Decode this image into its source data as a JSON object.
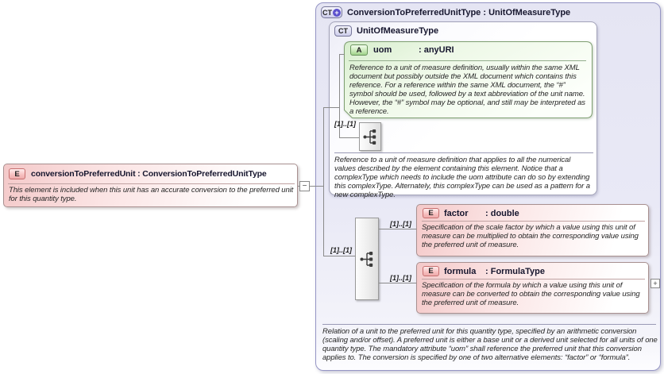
{
  "icons": {
    "collapse_glyph": "−",
    "expand_glyph": "+",
    "plus_badge_glyph": "+"
  },
  "colors": {
    "type_box_fill": "#e9e9f6",
    "type_box_border": "#9595c5",
    "element_box_fill": "#f4c9c9",
    "element_box_border": "#a89090",
    "attribute_box_fill": "#d9efd0",
    "attribute_box_border": "#7f9f72",
    "connector_line": "#8a8a8a"
  },
  "left_element": {
    "badge": "E",
    "title": "conversionToPreferredUnit : ConversionToPreferredUnitType",
    "doc": "This element is included when this unit has an accurate conversion to the preferred unit for this quantity type."
  },
  "root_type": {
    "badge": "CT",
    "title": "ConversionToPreferredUnitType : UnitOfMeasureType",
    "doc": "Relation of a unit to the preferred unit for this quantity type, specified by an arithmetic conversion (scaling and/or offset). A preferred unit is either a base unit or a derived unit selected for all units of one quantity type. The mandatory attribute “uom” shall reference the preferred unit that this conversion applies to. The conversion is specified by one of two alternative elements: “factor” or “formula”."
  },
  "base_type": {
    "badge": "CT",
    "title": "UnitOfMeasureType",
    "attribute": {
      "badge": "A",
      "name": "uom",
      "type": ": anyURI",
      "doc": "Reference to a unit of measure definition, usually within the same XML document but possibly outside the XML document which contains this reference. For a reference within the same XML document, the “#” symbol should be used, followed by a text abbreviation of the unit name. However, the “#” symbol may be optional, and still may be interpreted as a reference."
    },
    "sequence_cardinality": "[1]..[1]",
    "doc": "Reference to a unit of measure definition that applies to all the numerical values described by the element containing this element. Notice that a complexType which needs to include the uom attribute can do so by extending this complexType. Alternately, this complexType can be used as a pattern for a new complexType."
  },
  "extension": {
    "cardinality": "[1]..[1]",
    "factor": {
      "badge": "E",
      "name": "factor",
      "type": ": double",
      "cardinality": "[1]..[1]",
      "doc": "Specification of the scale factor by which a value using this unit of measure can be multiplied to obtain the corresponding value using the preferred unit of measure."
    },
    "formula": {
      "badge": "E",
      "name": "formula",
      "type": ": FormulaType",
      "cardinality": "[1]..[1]",
      "doc": "Specification of the formula by which a value using this unit of measure can be converted to obtain the corresponding value using the preferred unit of measure."
    }
  }
}
